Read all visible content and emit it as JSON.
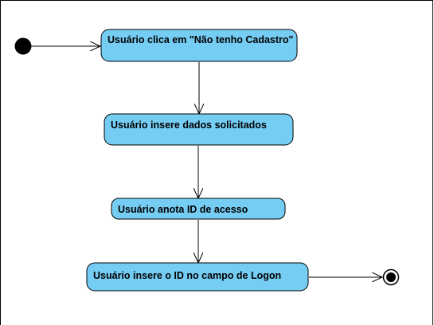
{
  "diagram": {
    "activities": [
      {
        "label": "Usuário clica em \"Não tenho Cadastro\""
      },
      {
        "label": "Usuário insere dados solicitados"
      },
      {
        "label": "Usuário anota ID de acesso"
      },
      {
        "label": "Usuário insere o ID no campo de Logon"
      }
    ],
    "colors": {
      "activity_fill": "#75cdf4",
      "stroke": "#000000",
      "background": "#ffffff"
    }
  }
}
